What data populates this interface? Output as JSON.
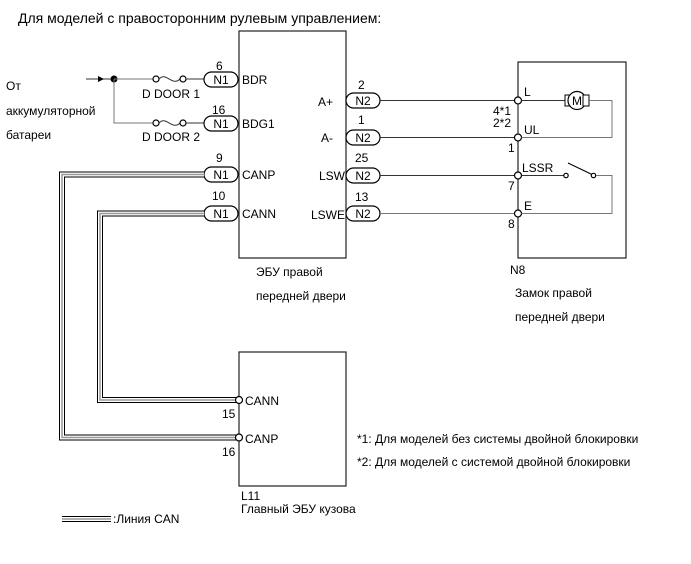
{
  "title": "Для моделей с правосторонним рулевым управлением:",
  "source": {
    "lines": [
      "От",
      "аккумуляторной",
      "батареи"
    ]
  },
  "fuses": [
    {
      "label": "D DOOR 1",
      "pin": "6",
      "connector": "N1",
      "terminal": "BDR"
    },
    {
      "label": "D DOOR 2",
      "pin": "16",
      "connector": "N1",
      "terminal": "BDG1"
    }
  ],
  "ecu_door": {
    "caption_lines": [
      "ЭБУ правой",
      "передней двери"
    ],
    "left_can": [
      {
        "pin": "9",
        "connector": "N1",
        "terminal": "CANP"
      },
      {
        "pin": "10",
        "connector": "N1",
        "terminal": "CANN"
      }
    ],
    "right_pins": [
      {
        "pin": "2",
        "connector": "N2",
        "terminal": "A+"
      },
      {
        "pin": "1",
        "connector": "N2",
        "terminal": "A-"
      },
      {
        "pin": "25",
        "connector": "N2",
        "terminal": "LSW"
      },
      {
        "pin": "13",
        "connector": "N2",
        "terminal": "LSWE"
      }
    ]
  },
  "lock": {
    "code": "N8",
    "caption_lines": [
      "Замок правой",
      "передней двери"
    ],
    "pins": [
      {
        "terminal": "L",
        "pin_note_lines": [
          "4*1",
          "2*2"
        ]
      },
      {
        "terminal": "UL",
        "pin": "1"
      },
      {
        "terminal": "LSSR",
        "pin": "7"
      },
      {
        "terminal": "E",
        "pin": "8"
      }
    ],
    "motor_symbol": "M"
  },
  "body_ecu": {
    "code": "L11",
    "caption": "Главный ЭБУ кузова",
    "pins": [
      {
        "terminal": "CANN",
        "pin": "15"
      },
      {
        "terminal": "CANP",
        "pin": "16"
      }
    ]
  },
  "notes": [
    "*1: Для моделей без системы двойной блокировки",
    "*2: Для моделей с системой двойной блокировки"
  ],
  "legend": {
    "label": ":Линия CAN"
  }
}
